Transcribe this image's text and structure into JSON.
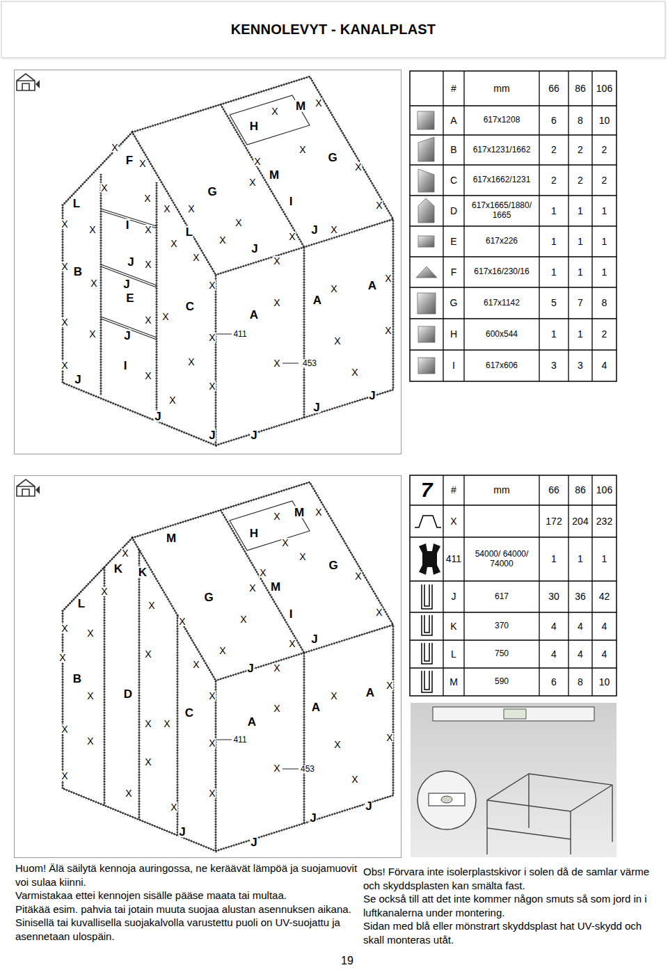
{
  "diagram": {
    "title": "KENNOLEVYT - KANALPLAST",
    "labels": [
      "H",
      "M",
      "F",
      "G",
      "G",
      "M",
      "I",
      "L",
      "I",
      "L",
      "J",
      "J",
      "J",
      "B",
      "J",
      "E",
      "C",
      "A",
      "A",
      "A",
      "J",
      "I",
      "411",
      "453",
      "J",
      "J",
      "J",
      "J",
      "J",
      "J",
      "X",
      "X",
      "X",
      "X",
      "X",
      "X",
      "X",
      "X",
      "X",
      "X",
      "X",
      "X",
      "X",
      "X",
      "X",
      "X",
      "X",
      "X",
      "X",
      "X",
      "X",
      "X",
      "X",
      "X",
      "X",
      "X",
      "X",
      "X",
      "X",
      "X",
      "X",
      "X",
      "X",
      "X",
      "X",
      "X",
      "X",
      "X",
      "X",
      "X",
      "X",
      "X",
      "X",
      "X",
      "H",
      "M",
      "M",
      "K",
      "K",
      "L",
      "G",
      "G",
      "M",
      "I",
      "J",
      "J",
      "B",
      "D",
      "C",
      "A",
      "A",
      "A",
      "411",
      "453",
      "J",
      "J",
      "J",
      "J",
      "X",
      "X",
      "X",
      "X",
      "X",
      "X",
      "X",
      "X",
      "X",
      "X",
      "X",
      "X",
      "X",
      "X",
      "X",
      "X",
      "X",
      "X",
      "X",
      "X",
      "X",
      "X",
      "X",
      "X",
      "X",
      "X",
      "X",
      "X",
      "X",
      "X",
      "X",
      "X",
      "X",
      "X",
      "X",
      "X",
      "X",
      "X",
      "X",
      "X",
      "#",
      "mm",
      "66",
      "86",
      "106",
      "A",
      "617x1208",
      "6",
      "8",
      "10",
      "B",
      "617x1231/1662",
      "2",
      "2",
      "2",
      "C",
      "617x1662/1231",
      "2",
      "2",
      "2",
      "D",
      "617x1665/1880/ 1665",
      "1",
      "1",
      "1",
      "E",
      "617x226",
      "1",
      "1",
      "1",
      "F",
      "617x16/230/16",
      "1",
      "1",
      "1",
      "G",
      "617x1142",
      "5",
      "7",
      "8",
      "H",
      "600x544",
      "1",
      "1",
      "2",
      "I",
      "617x606",
      "3",
      "3",
      "4",
      "7",
      "#",
      "mm",
      "66",
      "86",
      "106",
      "X",
      "172",
      "204",
      "232",
      "411",
      "54000/ 64000/ 74000",
      "1",
      "1",
      "1",
      "J",
      "617",
      "30",
      "36",
      "42",
      "K",
      "370",
      "4",
      "4",
      "4",
      "L",
      "750",
      "4",
      "4",
      "4",
      "M",
      "590",
      "6",
      "8",
      "10",
      "Huom! Älä säilytä kennoja auringossa, ne keräävät lämpöä ja suojamuovit voi sulaa kiinni.",
      "Varmistakaa ettei kennojen sisälle pääse maata  tai multaa.",
      "Pitäkää esim. pahvia tai jotain muuta suojaa alustan asennuksen aikana.",
      "Sinisellä tai kuvallisella suojakalvolla varustettu puoli on UV-suojattu ja asennetaan ulospäin.",
      "Obs! Förvara inte isolerplastskivor i solen då de samlar värme och skyddsplasten kan smälta fast.",
      "Se också till att det inte kommer någon smuts så som jord in i luftkanalerna under montering.",
      "Sidan med blå eller mönstrart skyddsplast hat UV-skydd och skall monteras utåt.",
      "19"
    ]
  }
}
